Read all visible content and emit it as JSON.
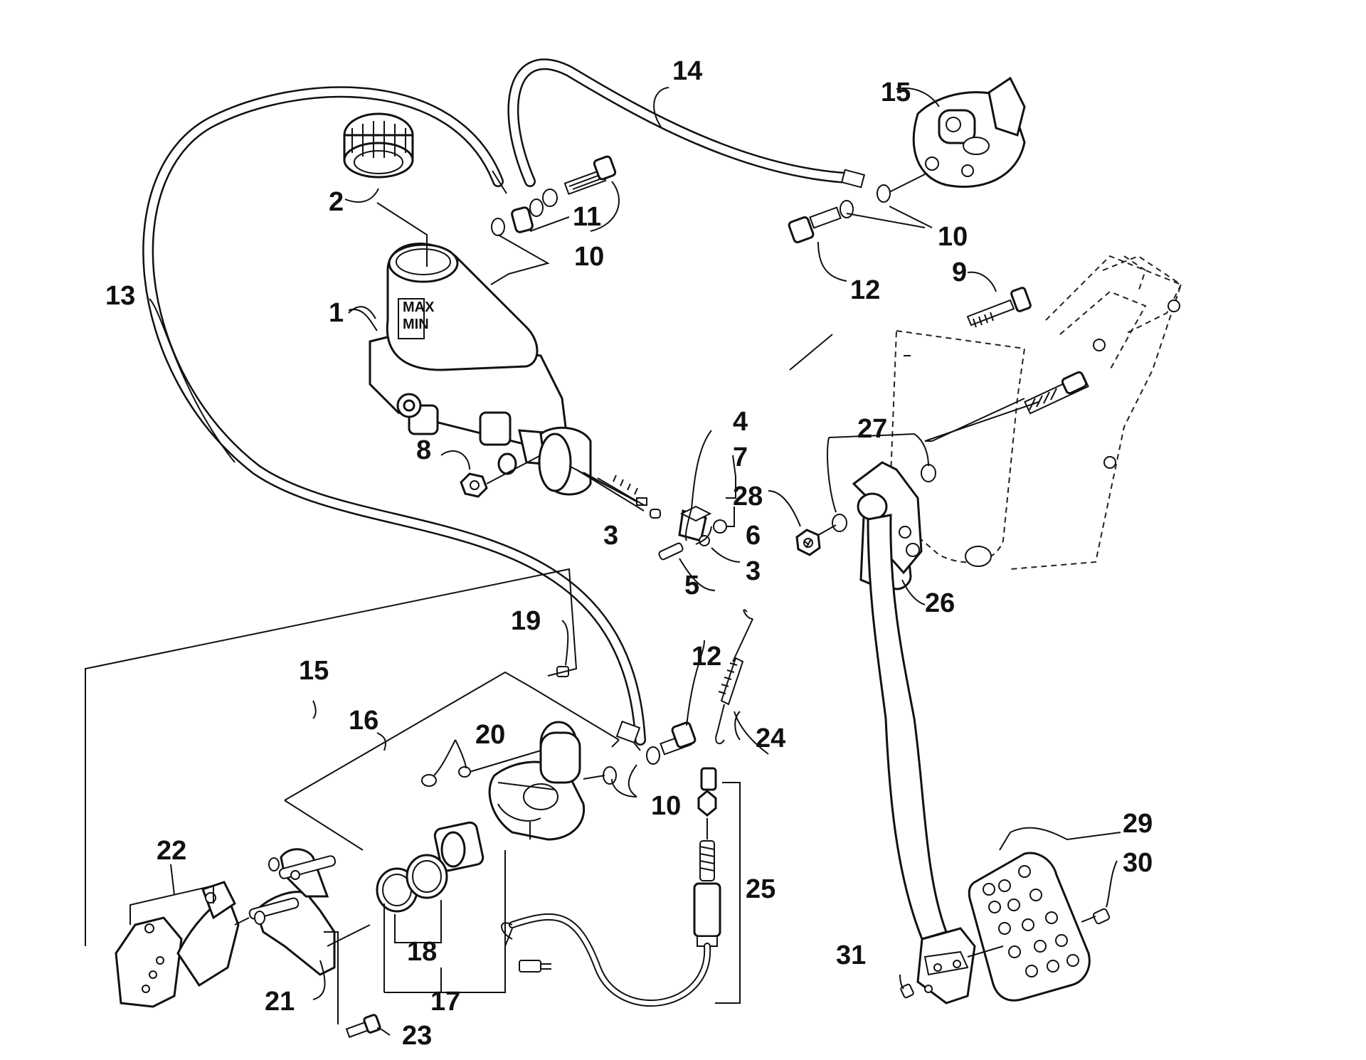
{
  "diagram": {
    "callouts": [
      {
        "id": "c1",
        "label": "1"
      },
      {
        "id": "c2",
        "label": "2"
      },
      {
        "id": "c3a",
        "label": "3"
      },
      {
        "id": "c3b",
        "label": "3"
      },
      {
        "id": "c4",
        "label": "4"
      },
      {
        "id": "c5",
        "label": "5"
      },
      {
        "id": "c6",
        "label": "6"
      },
      {
        "id": "c7",
        "label": "7"
      },
      {
        "id": "c8",
        "label": "8"
      },
      {
        "id": "c9",
        "label": "9"
      },
      {
        "id": "c10a",
        "label": "10"
      },
      {
        "id": "c10b",
        "label": "10"
      },
      {
        "id": "c10c",
        "label": "10"
      },
      {
        "id": "c11",
        "label": "11"
      },
      {
        "id": "c12a",
        "label": "12"
      },
      {
        "id": "c12b",
        "label": "12"
      },
      {
        "id": "c13",
        "label": "13"
      },
      {
        "id": "c14",
        "label": "14"
      },
      {
        "id": "c15a",
        "label": "15"
      },
      {
        "id": "c15b",
        "label": "15"
      },
      {
        "id": "c16",
        "label": "16"
      },
      {
        "id": "c17",
        "label": "17"
      },
      {
        "id": "c18",
        "label": "18"
      },
      {
        "id": "c19",
        "label": "19"
      },
      {
        "id": "c20",
        "label": "20"
      },
      {
        "id": "c21",
        "label": "21"
      },
      {
        "id": "c22",
        "label": "22"
      },
      {
        "id": "c23",
        "label": "23"
      },
      {
        "id": "c24",
        "label": "24"
      },
      {
        "id": "c25",
        "label": "25"
      },
      {
        "id": "c26",
        "label": "26"
      },
      {
        "id": "c27",
        "label": "27"
      },
      {
        "id": "c28",
        "label": "28"
      },
      {
        "id": "c29",
        "label": "29"
      },
      {
        "id": "c30",
        "label": "30"
      },
      {
        "id": "c31",
        "label": "31"
      }
    ],
    "reservoir_marks": {
      "max": "MAX",
      "min": "MIN"
    }
  }
}
